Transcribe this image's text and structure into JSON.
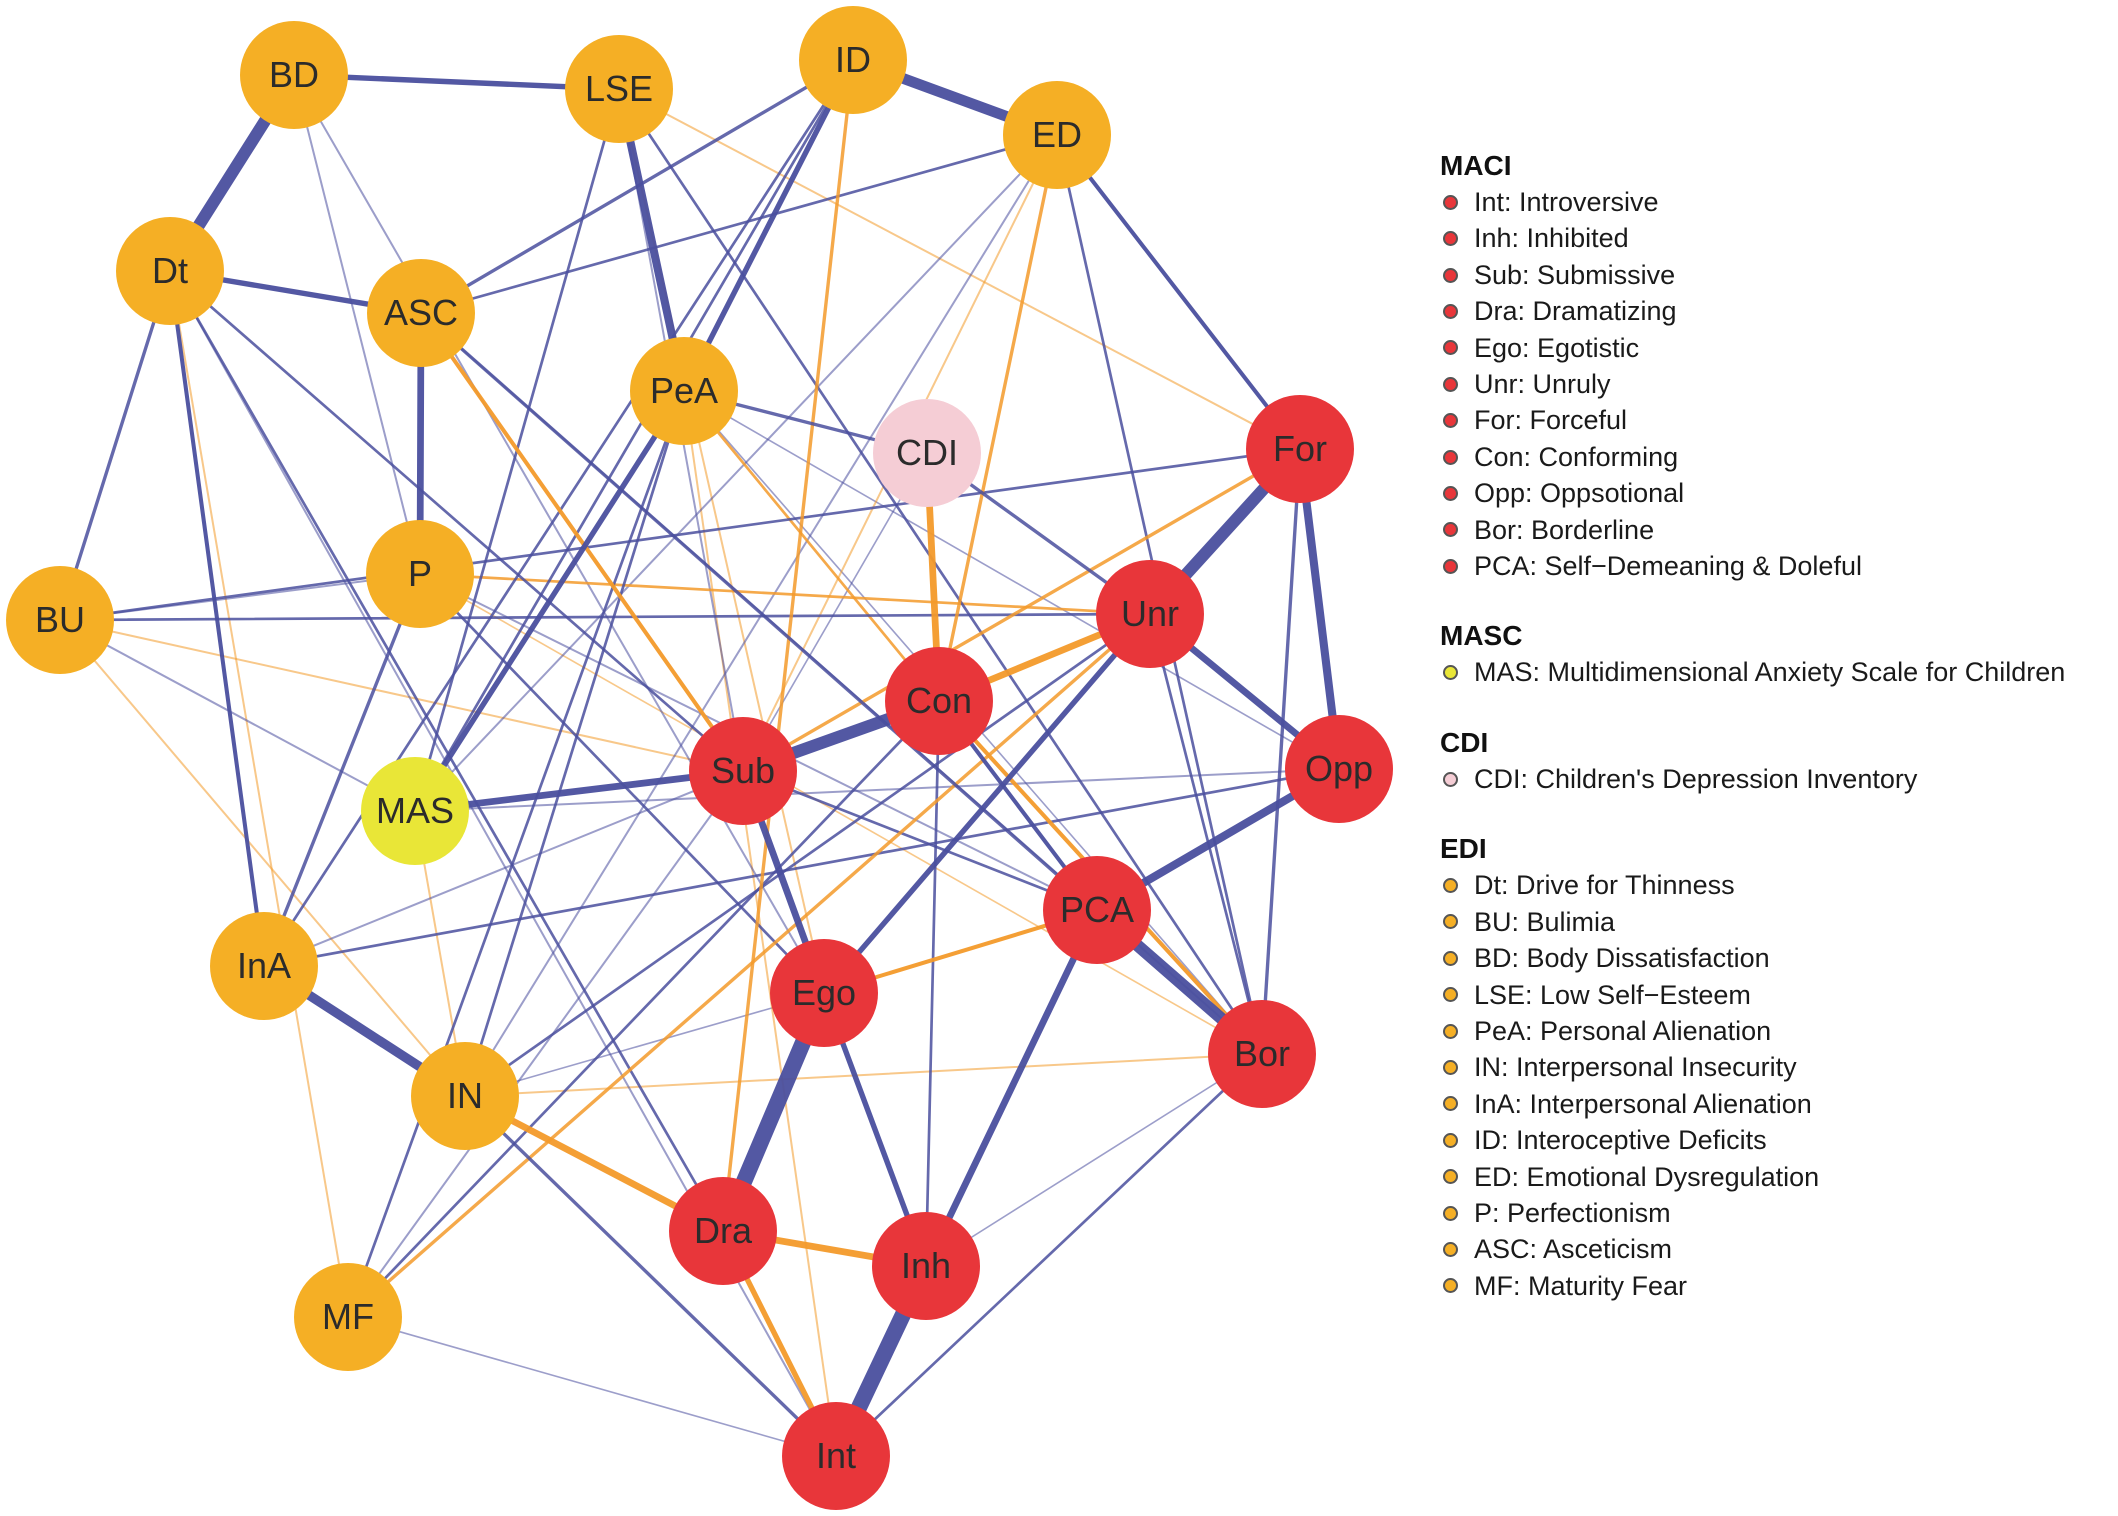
{
  "colors": {
    "edi": "#F5AF25",
    "maci": "#E8363A",
    "masc": "#E9E637",
    "cdi": "#F5CDD5",
    "positive_edge": "#4A4F9E",
    "negative_edge": "#F39A2A"
  },
  "nodes": [
    {
      "id": "BD",
      "group": "EDI"
    },
    {
      "id": "LSE",
      "group": "EDI"
    },
    {
      "id": "ID",
      "group": "EDI"
    },
    {
      "id": "ED",
      "group": "EDI"
    },
    {
      "id": "Dt",
      "group": "EDI"
    },
    {
      "id": "ASC",
      "group": "EDI"
    },
    {
      "id": "PeA",
      "group": "EDI"
    },
    {
      "id": "CDI",
      "group": "CDI"
    },
    {
      "id": "For",
      "group": "MACI"
    },
    {
      "id": "BU",
      "group": "EDI"
    },
    {
      "id": "P",
      "group": "EDI"
    },
    {
      "id": "Unr",
      "group": "MACI"
    },
    {
      "id": "Con",
      "group": "MACI"
    },
    {
      "id": "Opp",
      "group": "MACI"
    },
    {
      "id": "Sub",
      "group": "MACI"
    },
    {
      "id": "MAS",
      "group": "MASC"
    },
    {
      "id": "PCA",
      "group": "MACI"
    },
    {
      "id": "InA",
      "group": "EDI"
    },
    {
      "id": "Ego",
      "group": "MACI"
    },
    {
      "id": "Bor",
      "group": "MACI"
    },
    {
      "id": "IN",
      "group": "EDI"
    },
    {
      "id": "Dra",
      "group": "MACI"
    },
    {
      "id": "Inh",
      "group": "MACI"
    },
    {
      "id": "MF",
      "group": "EDI"
    },
    {
      "id": "Int",
      "group": "MACI"
    }
  ],
  "edges": [
    {
      "source": "BD",
      "target": "Dt",
      "weight": 9,
      "sign": "pos"
    },
    {
      "source": "BD",
      "target": "LSE",
      "weight": 4,
      "sign": "pos"
    },
    {
      "source": "ID",
      "target": "ED",
      "weight": 8,
      "sign": "pos"
    },
    {
      "source": "LSE",
      "target": "PeA",
      "weight": 6,
      "sign": "pos"
    },
    {
      "source": "Dt",
      "target": "ASC",
      "weight": 4,
      "sign": "pos"
    },
    {
      "source": "ASC",
      "target": "P",
      "weight": 5,
      "sign": "pos"
    },
    {
      "source": "For",
      "target": "Unr",
      "weight": 9,
      "sign": "pos"
    },
    {
      "source": "For",
      "target": "Opp",
      "weight": 6,
      "sign": "pos"
    },
    {
      "source": "Unr",
      "target": "Opp",
      "weight": 5,
      "sign": "pos"
    },
    {
      "source": "Sub",
      "target": "Con",
      "weight": 9,
      "sign": "pos"
    },
    {
      "source": "MAS",
      "target": "Sub",
      "weight": 5,
      "sign": "pos"
    },
    {
      "source": "Opp",
      "target": "PCA",
      "weight": 6,
      "sign": "pos"
    },
    {
      "source": "PCA",
      "target": "Bor",
      "weight": 9,
      "sign": "pos"
    },
    {
      "source": "Ego",
      "target": "Dra",
      "weight": 12,
      "sign": "pos"
    },
    {
      "source": "Inh",
      "target": "Int",
      "weight": 12,
      "sign": "pos"
    },
    {
      "source": "InA",
      "target": "IN",
      "weight": 7,
      "sign": "pos"
    },
    {
      "source": "PCA",
      "target": "Inh",
      "weight": 5,
      "sign": "pos"
    },
    {
      "source": "Sub",
      "target": "Ego",
      "weight": 5,
      "sign": "pos"
    },
    {
      "source": "ID",
      "target": "PeA",
      "weight": 4,
      "sign": "pos"
    },
    {
      "source": "Ego",
      "target": "Inh",
      "weight": 4,
      "sign": "pos"
    },
    {
      "source": "Unr",
      "target": "Ego",
      "weight": 4,
      "sign": "pos"
    },
    {
      "source": "PeA",
      "target": "MAS",
      "weight": 4,
      "sign": "pos"
    },
    {
      "source": "Con",
      "target": "PCA",
      "weight": 3,
      "sign": "pos"
    },
    {
      "source": "ED",
      "target": "For",
      "weight": 3,
      "sign": "pos"
    },
    {
      "source": "Dt",
      "target": "BU",
      "weight": 2.5,
      "sign": "pos"
    },
    {
      "source": "ID",
      "target": "ASC",
      "weight": 2.5,
      "sign": "pos"
    },
    {
      "source": "IN",
      "target": "Dra",
      "weight": 5,
      "sign": "neg"
    },
    {
      "source": "Dra",
      "target": "Inh",
      "weight": 5,
      "sign": "neg"
    },
    {
      "source": "Con",
      "target": "Unr",
      "weight": 5,
      "sign": "neg"
    },
    {
      "source": "CDI",
      "target": "Con",
      "weight": 5,
      "sign": "neg"
    },
    {
      "source": "Ego",
      "target": "PCA",
      "weight": 3,
      "sign": "neg"
    },
    {
      "source": "Dra",
      "target": "Int",
      "weight": 4,
      "sign": "neg"
    },
    {
      "source": "Con",
      "target": "Bor",
      "weight": 3,
      "sign": "neg"
    },
    {
      "source": "ASC",
      "target": "Sub",
      "weight": 3,
      "sign": "neg"
    },
    {
      "source": "ED",
      "target": "Con",
      "weight": 2.5,
      "sign": "neg"
    },
    {
      "source": "For",
      "target": "Sub",
      "weight": 2.5,
      "sign": "neg"
    },
    {
      "source": "MF",
      "target": "Unr",
      "weight": 2.5,
      "sign": "neg"
    },
    {
      "source": "LSE",
      "target": "For",
      "weight": 1.5,
      "sign": "neg"
    },
    {
      "source": "ID",
      "target": "Dra",
      "weight": 2.5,
      "sign": "neg"
    },
    {
      "source": "P",
      "target": "Unr",
      "weight": 2,
      "sign": "neg"
    },
    {
      "source": "PeA",
      "target": "Con",
      "weight": 2,
      "sign": "neg"
    },
    {
      "source": "Dt",
      "target": "MF",
      "weight": 1.5,
      "sign": "neg"
    },
    {
      "source": "MAS",
      "target": "IN",
      "weight": 1.5,
      "sign": "neg"
    },
    {
      "source": "BU",
      "target": "Sub",
      "weight": 1.5,
      "sign": "neg"
    },
    {
      "source": "BU",
      "target": "IN",
      "weight": 1.5,
      "sign": "neg"
    },
    {
      "source": "LSE",
      "target": "Ego",
      "weight": 1.5,
      "sign": "neg"
    },
    {
      "source": "IN",
      "target": "Bor",
      "weight": 1.5,
      "sign": "neg"
    },
    {
      "source": "P",
      "target": "Bor",
      "weight": 1.2,
      "sign": "neg"
    },
    {
      "source": "PeA",
      "target": "Int",
      "weight": 1.5,
      "sign": "neg"
    },
    {
      "source": "ED",
      "target": "Sub",
      "weight": 1.5,
      "sign": "neg"
    },
    {
      "source": "Dt",
      "target": "InA",
      "weight": 3,
      "sign": "pos"
    },
    {
      "source": "InA",
      "target": "P",
      "weight": 2.5,
      "sign": "pos"
    },
    {
      "source": "IN",
      "target": "Int",
      "weight": 2.5,
      "sign": "pos"
    },
    {
      "source": "Int",
      "target": "Bor",
      "weight": 2,
      "sign": "pos"
    },
    {
      "source": "Unr",
      "target": "Bor",
      "weight": 2,
      "sign": "pos"
    },
    {
      "source": "For",
      "target": "Bor",
      "weight": 2.5,
      "sign": "pos"
    },
    {
      "source": "CDI",
      "target": "Unr",
      "weight": 2.5,
      "sign": "pos"
    },
    {
      "source": "PeA",
      "target": "CDI",
      "weight": 2.5,
      "sign": "pos"
    },
    {
      "source": "ASC",
      "target": "PCA",
      "weight": 2.5,
      "sign": "pos"
    },
    {
      "source": "ED",
      "target": "ASC",
      "weight": 2,
      "sign": "pos"
    },
    {
      "source": "LSE",
      "target": "Bor",
      "weight": 2,
      "sign": "pos"
    },
    {
      "source": "BU",
      "target": "Unr",
      "weight": 2,
      "sign": "pos"
    },
    {
      "source": "InA",
      "target": "Opp",
      "weight": 2,
      "sign": "pos"
    },
    {
      "source": "MF",
      "target": "Con",
      "weight": 2,
      "sign": "pos"
    },
    {
      "source": "P",
      "target": "Ego",
      "weight": 2,
      "sign": "pos"
    },
    {
      "source": "Sub",
      "target": "PCA",
      "weight": 2,
      "sign": "pos"
    },
    {
      "source": "IN",
      "target": "Unr",
      "weight": 2,
      "sign": "pos"
    },
    {
      "source": "Inh",
      "target": "Con",
      "weight": 2,
      "sign": "pos"
    },
    {
      "source": "Dt",
      "target": "Dra",
      "weight": 2,
      "sign": "pos"
    },
    {
      "source": "LSE",
      "target": "MAS",
      "weight": 2,
      "sign": "pos"
    },
    {
      "source": "ID",
      "target": "MAS",
      "weight": 2,
      "sign": "pos"
    },
    {
      "source": "MF",
      "target": "PeA",
      "weight": 2,
      "sign": "pos"
    },
    {
      "source": "IN",
      "target": "PeA",
      "weight": 2,
      "sign": "pos"
    },
    {
      "source": "ED",
      "target": "Bor",
      "weight": 2,
      "sign": "pos"
    },
    {
      "source": "Dt",
      "target": "Sub",
      "weight": 2,
      "sign": "pos"
    },
    {
      "source": "BU",
      "target": "For",
      "weight": 2,
      "sign": "pos"
    },
    {
      "source": "ID",
      "target": "InA",
      "weight": 2,
      "sign": "pos"
    },
    {
      "source": "LSE",
      "target": "Sub",
      "weight": 1.5,
      "sign": "pos"
    },
    {
      "source": "ED",
      "target": "MAS",
      "weight": 1.5,
      "sign": "pos"
    },
    {
      "source": "Opp",
      "target": "MAS",
      "weight": 1.5,
      "sign": "pos"
    },
    {
      "source": "ASC",
      "target": "Bor",
      "weight": 1.5,
      "sign": "pos"
    },
    {
      "source": "BD",
      "target": "Ego",
      "weight": 1.5,
      "sign": "pos"
    },
    {
      "source": "BD",
      "target": "P",
      "weight": 1.5,
      "sign": "pos"
    },
    {
      "source": "InA",
      "target": "Sub",
      "weight": 1.5,
      "sign": "pos"
    },
    {
      "source": "MF",
      "target": "Sub",
      "weight": 1.5,
      "sign": "pos"
    },
    {
      "source": "ED",
      "target": "IN",
      "weight": 1.5,
      "sign": "pos"
    },
    {
      "source": "Dt",
      "target": "Int",
      "weight": 1.5,
      "sign": "pos"
    },
    {
      "source": "P",
      "target": "PCA",
      "weight": 1.5,
      "sign": "pos"
    },
    {
      "source": "BU",
      "target": "P",
      "weight": 1.5,
      "sign": "pos"
    },
    {
      "source": "BU",
      "target": "MAS",
      "weight": 1.5,
      "sign": "pos"
    },
    {
      "source": "IN",
      "target": "Ego",
      "weight": 1.2,
      "sign": "pos"
    },
    {
      "source": "Inh",
      "target": "Bor",
      "weight": 1.2,
      "sign": "pos"
    },
    {
      "source": "MF",
      "target": "Int",
      "weight": 1.2,
      "sign": "pos"
    },
    {
      "source": "PeA",
      "target": "Opp",
      "weight": 1.2,
      "sign": "pos"
    },
    {
      "source": "CDI",
      "target": "Sub",
      "weight": 1.2,
      "sign": "pos"
    },
    {
      "source": "PeA",
      "target": "Bor",
      "weight": 1.2,
      "sign": "pos"
    }
  ],
  "legend": [
    {
      "title": "MACI",
      "items": [
        {
          "label": "Int: Introversive",
          "color": "#E8363A"
        },
        {
          "label": "Inh: Inhibited",
          "color": "#E8363A"
        },
        {
          "label": "Sub: Submissive",
          "color": "#E8363A"
        },
        {
          "label": "Dra: Dramatizing",
          "color": "#E8363A"
        },
        {
          "label": "Ego: Egotistic",
          "color": "#E8363A"
        },
        {
          "label": "Unr: Unruly",
          "color": "#E8363A"
        },
        {
          "label": "For: Forceful",
          "color": "#E8363A"
        },
        {
          "label": "Con: Conforming",
          "color": "#E8363A"
        },
        {
          "label": "Opp: Oppsotional",
          "color": "#E8363A"
        },
        {
          "label": "Bor: Borderline",
          "color": "#E8363A"
        },
        {
          "label": "PCA: Self−Demeaning & Doleful",
          "color": "#E8363A"
        }
      ]
    },
    {
      "title": "MASC",
      "items": [
        {
          "label": "MAS: Multidimensional Anxiety Scale for Children",
          "color": "#E9E637"
        }
      ]
    },
    {
      "title": "CDI",
      "items": [
        {
          "label": "CDI: Children's Depression Inventory",
          "color": "#F5CDD5"
        }
      ]
    },
    {
      "title": "EDI",
      "items": [
        {
          "label": "Dt: Drive for Thinness",
          "color": "#F5AF25"
        },
        {
          "label": "BU: Bulimia",
          "color": "#F5AF25"
        },
        {
          "label": "BD: Body Dissatisfaction",
          "color": "#F5AF25"
        },
        {
          "label": "LSE: Low Self−Esteem",
          "color": "#F5AF25"
        },
        {
          "label": "PeA: Personal Alienation",
          "color": "#F5AF25"
        },
        {
          "label": "IN: Interpersonal Insecurity",
          "color": "#F5AF25"
        },
        {
          "label": "InA: Interpersonal Alienation",
          "color": "#F5AF25"
        },
        {
          "label": "ID: Interoceptive Deficits",
          "color": "#F5AF25"
        },
        {
          "label": "ED: Emotional Dysregulation",
          "color": "#F5AF25"
        },
        {
          "label": "P: Perfectionism",
          "color": "#F5AF25"
        },
        {
          "label": "ASC: Asceticism",
          "color": "#F5AF25"
        },
        {
          "label": "MF: Maturity Fear",
          "color": "#F5AF25"
        }
      ]
    }
  ]
}
